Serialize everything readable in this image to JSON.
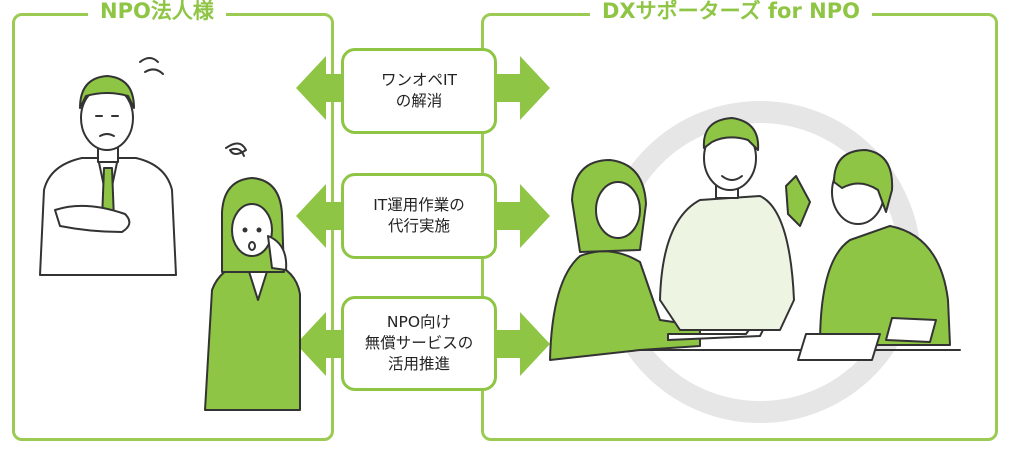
{
  "left_panel": {
    "title": "NPO法人様"
  },
  "right_panel": {
    "title": "DXサポーターズ for NPO"
  },
  "services": [
    {
      "label": "ワンオペIT\nの解消"
    },
    {
      "label": "IT運用作業の\n代行実施"
    },
    {
      "label": "NPO向け\n無償サービスの\n活用推進"
    }
  ],
  "colors": {
    "accent": "#8fc544",
    "frame": "#9bcb53",
    "ring": "#e6e6e6"
  },
  "icons": [
    "stressed-man-icon",
    "worried-woman-icon",
    "team-meeting-icon",
    "double-arrow-icon"
  ]
}
